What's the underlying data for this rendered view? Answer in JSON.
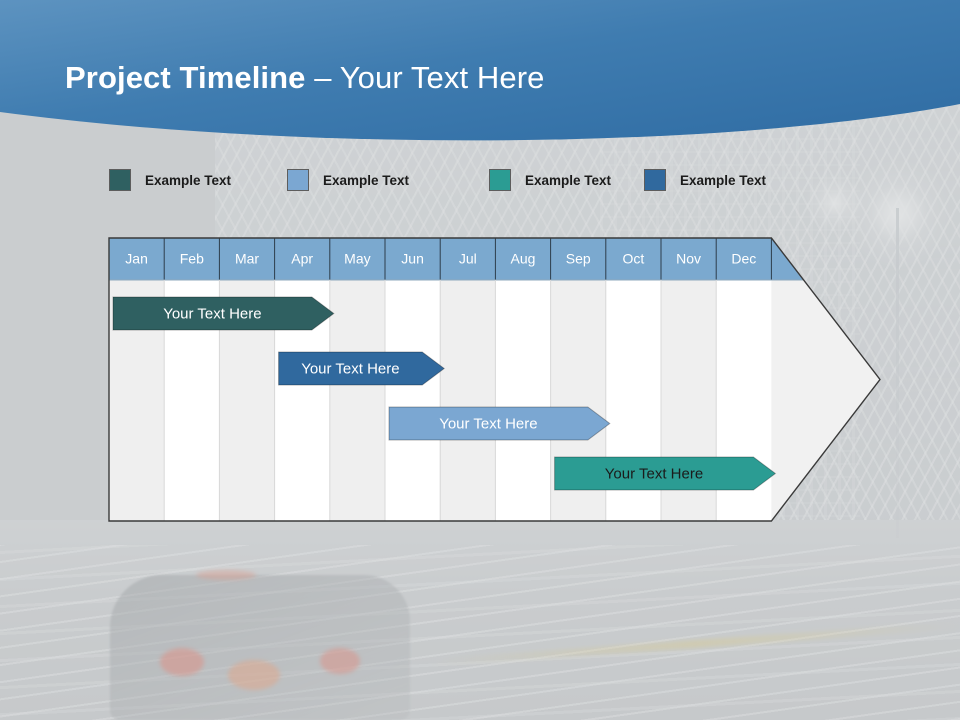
{
  "slide": {
    "title_bold": "Project Timeline",
    "title_sep": " – ",
    "title_light": "Your Text Here",
    "header_color": "#3f78ab",
    "background_color": "#c8cacc"
  },
  "legend": {
    "items": [
      {
        "label": "Example Text",
        "color": "#2f6061",
        "x": 0
      },
      {
        "label": "Example Text",
        "color": "#7ba7d2",
        "x": 178
      },
      {
        "label": "Example Text",
        "color": "#2b9c93",
        "x": 380
      },
      {
        "label": "Example Text",
        "color": "#30699e",
        "x": 535
      }
    ]
  },
  "chart_data": {
    "type": "bar",
    "title": "Project Timeline",
    "xlabel": "",
    "ylabel": "",
    "orientation": "horizontal",
    "categories": [
      "Jan",
      "Feb",
      "Mar",
      "Apr",
      "May",
      "Jun",
      "Jul",
      "Aug",
      "Sep",
      "Oct",
      "Nov",
      "Dec"
    ],
    "header_fill": "#7ba9cf",
    "header_text_color": "#ffffff",
    "stripe_colors": [
      "#efefef",
      "#ffffff"
    ],
    "arrow_fill": "#f1f1f1",
    "arrow_stroke": "#3a3a3a",
    "series": [
      {
        "name": "Your  Text Here",
        "label": "Your  Text Here",
        "color": "#2f6061",
        "text_color": "#ffffff",
        "start_month": "Jan",
        "end_month": "Apr",
        "start_index": 0,
        "end_index": 3,
        "row": 0
      },
      {
        "name": "Your  Text Here",
        "label": "Your  Text Here",
        "color": "#30699e",
        "text_color": "#ffffff",
        "start_month": "Apr",
        "end_month": "Jun",
        "start_index": 3,
        "end_index": 5,
        "row": 1
      },
      {
        "name": "Your  Text Here",
        "label": "Your  Text Here",
        "color": "#7ba7d2",
        "text_color": "#ffffff",
        "start_month": "Jun",
        "end_month": "Sep",
        "start_index": 5,
        "end_index": 8,
        "row": 2
      },
      {
        "name": "Your  Text Here",
        "label": "Your  Text Here",
        "color": "#2b9c93",
        "text_color": "#1b1b1b",
        "start_month": "Sep",
        "end_month": "Dec",
        "start_index": 8,
        "end_index": 11,
        "row": 3
      }
    ],
    "legend_position": "top",
    "grid": true
  }
}
